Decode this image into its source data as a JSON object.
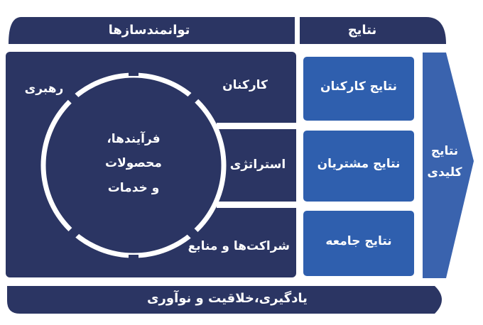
{
  "enablers_label": "توانمندسازها",
  "results_label": "نتایج",
  "enablers": {
    "leadership": "رهبری",
    "people": "کارکنان",
    "strategy": "استراتژی",
    "partnerships": "شراکت‌ها و منابع",
    "processes": [
      "فرآیندها،",
      "محصولات",
      "و خدمات"
    ]
  },
  "results": {
    "people_results": "نتایج کارکنان",
    "customer_results": "نتایج مشتریان",
    "society_results": "نتایج جامعه",
    "key_results": [
      "نتایج",
      "کلیدی"
    ]
  },
  "learning_label": "یادگیری،خلاقیت و نوآوری",
  "colors": {
    "enabler_navy": "#2b3563",
    "result_blue": "#2f5fae",
    "key_blue": "#3a63ae",
    "text": "#ffffff"
  }
}
